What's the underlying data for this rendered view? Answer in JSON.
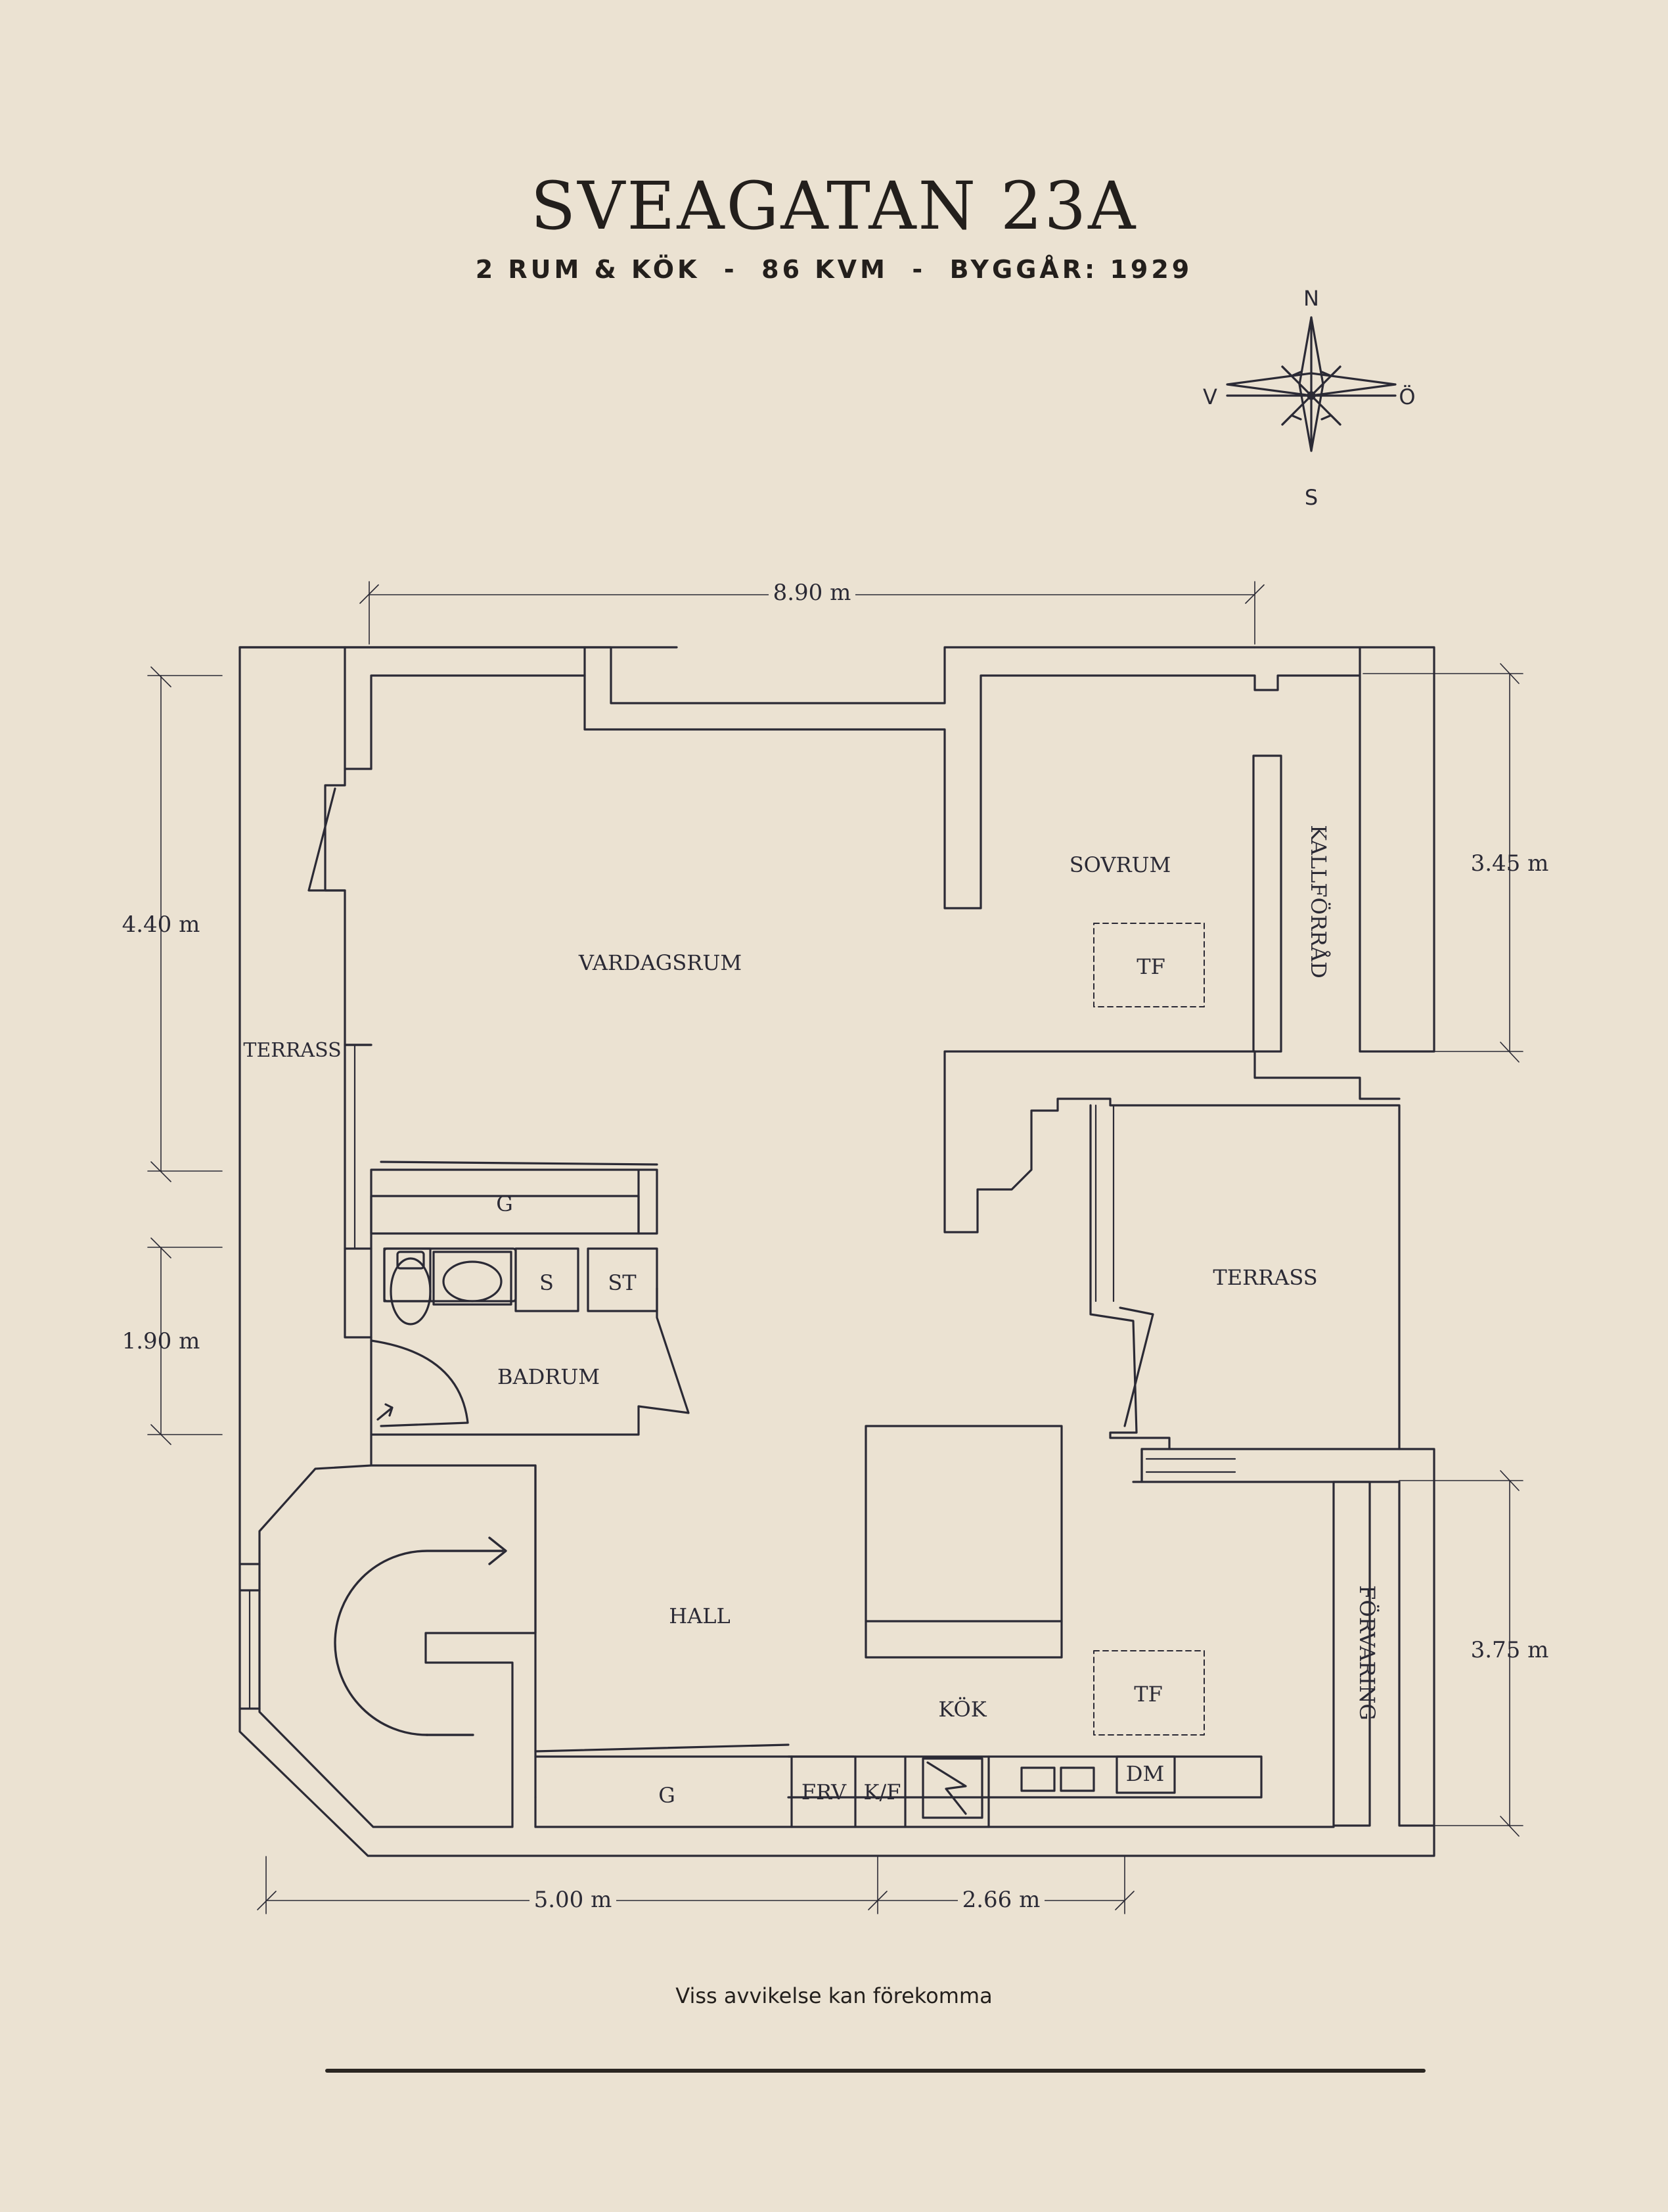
{
  "header": {
    "title": "SVEAGATAN 23A",
    "subtitle": "2 RUM & KÖK  -  86 KVM  -  BYGGÅR: 1929"
  },
  "compass": {
    "north": "N",
    "south": "S",
    "west": "V",
    "east": "Ö"
  },
  "rooms": {
    "vardagsrum": "VARDAGSRUM",
    "sovrum": "SOVRUM",
    "kallforrad": "KALLFÖRRÅD",
    "terrass_west": "TERRASS",
    "terrass_east": "TERRASS",
    "badrum": "BADRUM",
    "hall": "HALL",
    "kok": "KÖK",
    "forvaring": "FÖRVARING"
  },
  "fixtures": {
    "g_top": "G",
    "g_bottom": "G",
    "s": "S",
    "st": "ST",
    "tf_bedroom": "TF",
    "tf_kitchen": "TF",
    "frv": "FRV",
    "kf": "K/F",
    "dm": "DM"
  },
  "dimensions": {
    "top": "8.90 m",
    "left_upper": "4.40 m",
    "left_lower": "1.90 m",
    "right_upper": "3.45 m",
    "right_lower": "3.75 m",
    "bottom_left": "5.00 m",
    "bottom_right": "2.66 m"
  },
  "footer": {
    "disclaimer": "Viss avvikelse kan förekomma"
  },
  "colors": {
    "background": "#ebe2d2",
    "ink": "#2b2a35",
    "text": "#231f1c"
  }
}
